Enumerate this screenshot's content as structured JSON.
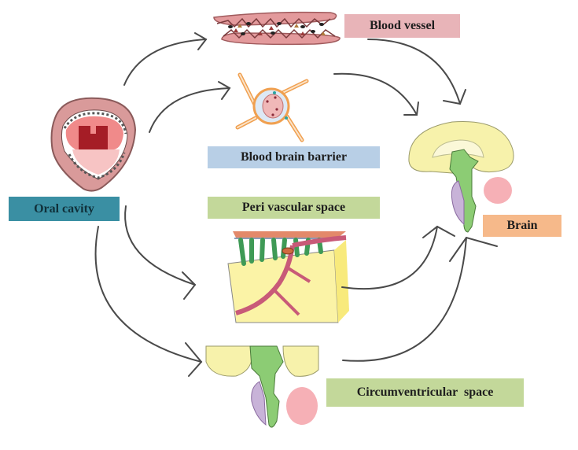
{
  "diagram": {
    "type": "flow",
    "nodes": [
      {
        "id": "oral_cavity",
        "label": "Oral cavity",
        "color": "#3a8fa3",
        "icon": "open-mouth-illustration"
      },
      {
        "id": "blood_vessel",
        "label": "Blood vessel",
        "color": "#e8b4b8",
        "icon": "blood-vessel-illustration"
      },
      {
        "id": "bbb",
        "label": "Blood brain barrier",
        "color": "#b8cfe6",
        "icon": "bbb-cell-illustration"
      },
      {
        "id": "peri",
        "label": "Peri vascular space",
        "color": "#c3d89a",
        "icon": "perivascular-tissue-illustration"
      },
      {
        "id": "circ",
        "label": "Circumventricular  space",
        "color": "#c3d89a",
        "icon": "brain-section-illustration"
      },
      {
        "id": "brain",
        "label": "Brain",
        "color": "#f6b98a",
        "icon": "brain-sagittal-illustration"
      }
    ],
    "edges": [
      {
        "from": "oral_cavity",
        "to": "blood_vessel"
      },
      {
        "from": "oral_cavity",
        "to": "bbb"
      },
      {
        "from": "oral_cavity",
        "to": "peri"
      },
      {
        "from": "oral_cavity",
        "to": "circ"
      },
      {
        "from": "blood_vessel",
        "to": "brain"
      },
      {
        "from": "bbb",
        "to": "brain"
      },
      {
        "from": "peri",
        "to": "brain"
      },
      {
        "from": "circ",
        "to": "brain"
      }
    ]
  },
  "labels": {
    "oral_cavity": "Oral cavity",
    "blood_vessel": "Blood vessel",
    "bbb": "Blood brain barrier",
    "peri": "Peri vascular space",
    "circ": "Circumventricular  space",
    "brain": "Brain"
  }
}
